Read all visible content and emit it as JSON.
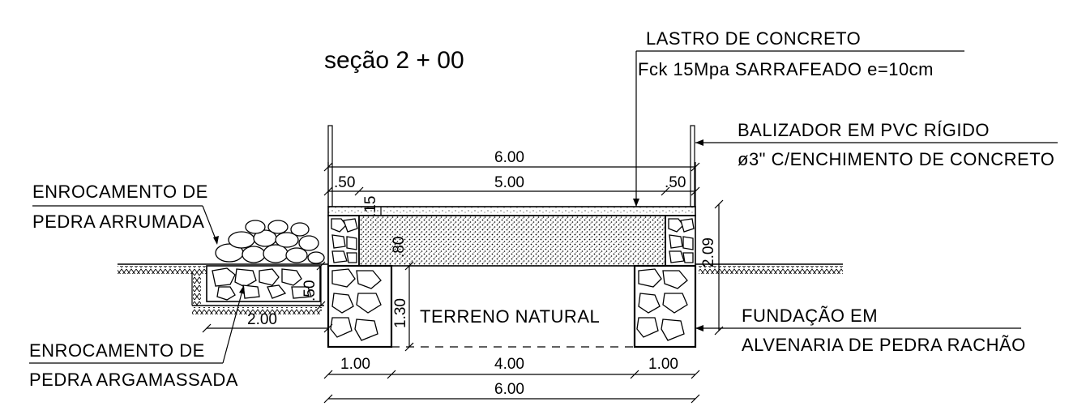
{
  "title": "seção 2 + 00",
  "labels": {
    "lastro_line1": "LASTRO DE CONCRETO",
    "lastro_line2": "Fck 15Mpa SARRAFEADO e=10cm",
    "balizador_line1": "BALIZADOR EM PVC RÍGIDO",
    "balizador_line2": "ø3\" C/ENCHIMENTO DE CONCRETO",
    "enroc_arrumada_line1": "ENROCAMENTO DE",
    "enroc_arrumada_line2": "PEDRA ARRUMADA",
    "enroc_argamassada_line1": "ENROCAMENTO DE",
    "enroc_argamassada_line2": "PEDRA ARGAMASSADA",
    "fundacao_line1": "FUNDAÇÃO EM",
    "fundacao_line2": "ALVENARIA DE PEDRA RACHÃO",
    "terreno": "TERRENO NATURAL"
  },
  "dimensions": {
    "top_total": "6.00",
    "top_left": ".50",
    "top_mid": "5.00",
    "top_right": ".50",
    "lastro_thickness": ".15",
    "fill_height": ".80",
    "height_total": "2.09",
    "foundation_height": "1.30",
    "enroc_depth": ".50",
    "enroc_width": "2.00",
    "bottom_left": "1.00",
    "bottom_mid": "4.00",
    "bottom_right": "1.00",
    "bottom_total": "6.00"
  }
}
